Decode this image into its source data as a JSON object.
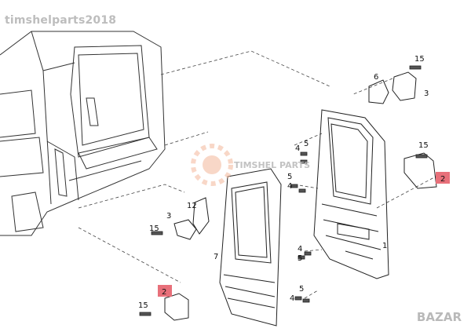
{
  "watermark": {
    "top_left": "timshelparts2018",
    "center": "TIMSHEL PARTS",
    "bottom_right": "BAZAR"
  },
  "callouts": {
    "n15_top": "15",
    "n6": "6",
    "n3_top": "3",
    "n4_mid": "4",
    "n5_mid": "5",
    "n15_right": "15",
    "n2_right": "2",
    "n4_left": "4",
    "n5_left": "5",
    "n12": "12",
    "n3_left": "3",
    "n15_left": "15",
    "n7": "7",
    "n1": "1",
    "n4_low": "4",
    "n5_low": "5",
    "n4_bot": "4",
    "n5_bot": "5",
    "n2_bottom": "2",
    "n15_bottom": "15"
  },
  "colors": {
    "line": "#222222",
    "highlight": "#e8707a",
    "watermark": "#bdbdbd",
    "logo": "#f4b79a"
  }
}
